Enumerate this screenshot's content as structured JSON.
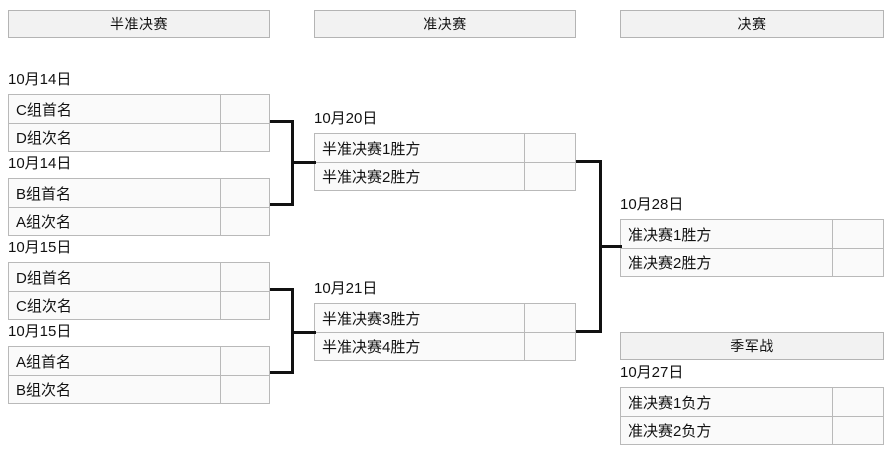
{
  "headers": [
    {
      "label": "半准决赛",
      "name": "quarterfinals"
    },
    {
      "label": "准决赛",
      "name": "semifinals"
    },
    {
      "label": "决赛",
      "name": "final"
    },
    {
      "label": "季军战",
      "name": "third-place"
    }
  ],
  "quarterfinals": [
    {
      "date": "10月14日",
      "teams": [
        {
          "name": "C组首名",
          "score": ""
        },
        {
          "name": "D组次名",
          "score": ""
        }
      ]
    },
    {
      "date": "10月14日",
      "teams": [
        {
          "name": "B组首名",
          "score": ""
        },
        {
          "name": "A组次名",
          "score": ""
        }
      ]
    },
    {
      "date": "10月15日",
      "teams": [
        {
          "name": "D组首名",
          "score": ""
        },
        {
          "name": "C组次名",
          "score": ""
        }
      ]
    },
    {
      "date": "10月15日",
      "teams": [
        {
          "name": "A组首名",
          "score": ""
        },
        {
          "name": "B组次名",
          "score": ""
        }
      ]
    }
  ],
  "semifinals": [
    {
      "date": "10月20日",
      "teams": [
        {
          "name": "半准决赛1胜方",
          "score": ""
        },
        {
          "name": "半准决赛2胜方",
          "score": ""
        }
      ]
    },
    {
      "date": "10月21日",
      "teams": [
        {
          "name": "半准决赛3胜方",
          "score": ""
        },
        {
          "name": "半准决赛4胜方",
          "score": ""
        }
      ]
    }
  ],
  "final": {
    "date": "10月28日",
    "teams": [
      {
        "name": "准决赛1胜方",
        "score": ""
      },
      {
        "name": "准决赛2胜方",
        "score": ""
      }
    ]
  },
  "third_place": {
    "date": "10月27日",
    "teams": [
      {
        "name": "准决赛1负方",
        "score": ""
      },
      {
        "name": "准决赛2负方",
        "score": ""
      }
    ]
  },
  "colors": {
    "header_bg": "#f2f2f2",
    "header_border": "#b4b4b4",
    "cell_bg": "#fafafa",
    "cell_border": "#b9b9b9",
    "connector": "#111111",
    "text": "#111111"
  }
}
